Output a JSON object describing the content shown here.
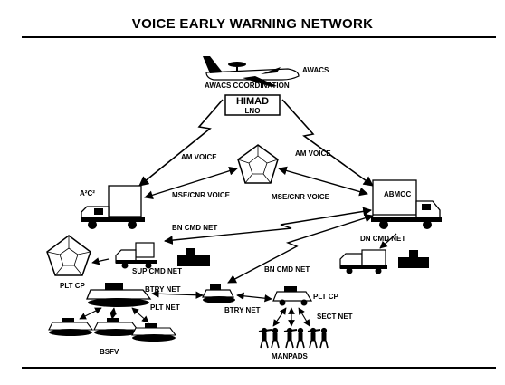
{
  "title": "VOICE EARLY WARNING NETWORK",
  "labels": {
    "awacs": "AWACS",
    "awacs_coordination": "AWACS COORDINATION",
    "himad_line1": "HIMAD",
    "himad_line2": "LNO",
    "am_voice_left": "AM VOICE",
    "am_voice_right": "AM VOICE",
    "a2c2": "A²C²",
    "abmoc": "ABMOC",
    "mse_cnr_left": "MSE/CNR VOICE",
    "mse_cnr_right": "MSE/CNR VOICE",
    "bn_cmd_net_top": "BN CMD NET",
    "dn_cmd_net": "DN CMD NET",
    "sup_cmd_net": "SUP CMD NET",
    "bn_cmd_net_mid": "BN CMD NET",
    "plt_cp_left": "PLT CP",
    "btry_net_left": "BTRY NET",
    "plt_net": "PLT NET",
    "btry_net_center": "BTRY NET",
    "plt_cp_right": "PLT CP",
    "sect_net": "SECT NET",
    "bsfv": "BSFV",
    "manpads": "MANPADS"
  },
  "icons": {
    "aircraft": "awacs-aircraft-icon",
    "pentagon": "pentagon-icon",
    "truck": "shelter-truck-icon",
    "vehicle": "tracked-vehicle-icon",
    "soldier": "soldier-icon"
  }
}
